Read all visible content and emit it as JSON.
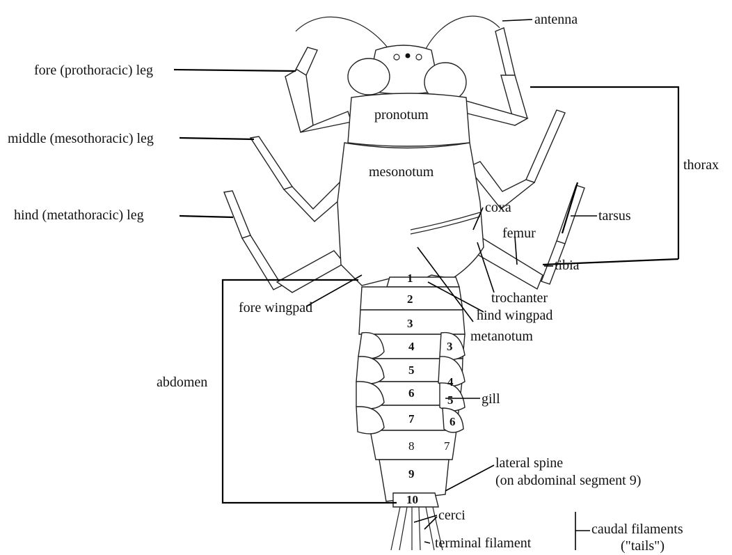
{
  "labels": {
    "antenna": "antenna",
    "fore_leg": "fore (prothoracic) leg",
    "middle_leg": "middle (mesothoracic) leg",
    "hind_leg": "hind (metathoracic) leg",
    "pronotum": "pronotum",
    "mesonotum": "mesonotum",
    "thorax": "thorax",
    "coxa": "coxa",
    "femur": "femur",
    "tarsus": "tarsus",
    "tibia": "tibia",
    "trochanter": "trochanter",
    "hind_wingpad": "hind wingpad",
    "fore_wingpad": "fore wingpad",
    "metanotum": "metanotum",
    "abdomen": "abdomen",
    "gill": "gill",
    "lateral_spine_line1": "lateral spine",
    "lateral_spine_line2": "(on abdominal segment 9)",
    "cerci": "cerci",
    "terminal_filament": "terminal filament",
    "caudal_line1": "caudal filaments",
    "caudal_line2": "(\"tails\")"
  },
  "abdominal_segments": [
    "1",
    "2",
    "3",
    "4",
    "5",
    "6",
    "7",
    "8",
    "9",
    "10"
  ],
  "gill_numbers": [
    "3",
    "4",
    "5",
    "6",
    "7"
  ],
  "colors": {
    "line": "#000000",
    "background": "#ffffff"
  }
}
